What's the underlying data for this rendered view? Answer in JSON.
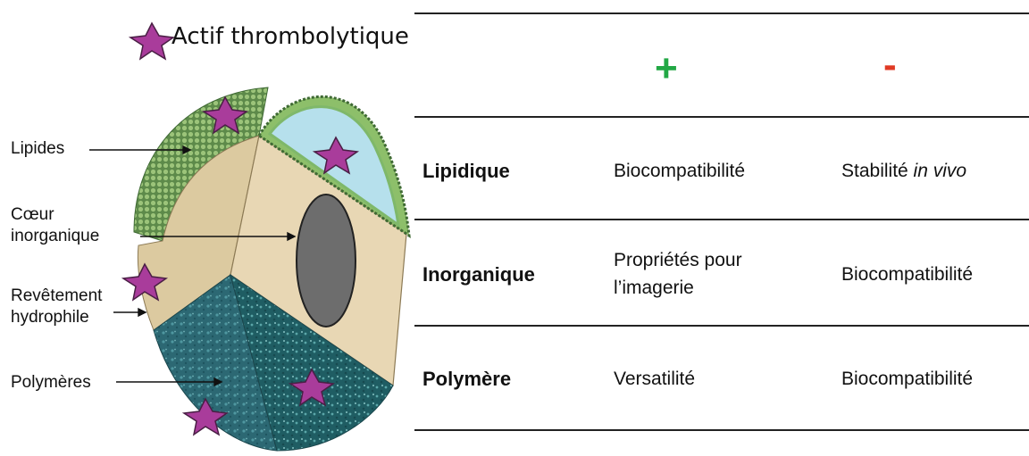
{
  "legend": {
    "label": "Actif thrombolytique",
    "star_color": "#a93c9b"
  },
  "diagram_labels": {
    "lipides": "Lipides",
    "coeur_line1": "Cœur",
    "coeur_line2": "inorganique",
    "revetement_line1": "Revêtement",
    "revetement_line2": "hydrophile",
    "polymeres": "Polymères"
  },
  "table": {
    "header": {
      "plus": "+",
      "minus": "-"
    },
    "rows": [
      {
        "type": "Lipidique",
        "pro_line1": "Biocompatibilité",
        "pro_line2": "",
        "con": "Stabilité ",
        "con_italic": "in vivo"
      },
      {
        "type": "Inorganique",
        "pro_line1": "Propriétés pour",
        "pro_line2": "l’imagerie",
        "con": "Biocompatibilité",
        "con_italic": ""
      },
      {
        "type": "Polymère",
        "pro_line1": "Versatilité",
        "pro_line2": "",
        "con": "Biocompatibilité",
        "con_italic": ""
      }
    ]
  },
  "colors": {
    "plus": "#22a845",
    "minus": "#e03a24",
    "lipid_green": "#8dbf6a",
    "cavity_blue": "#b6e0ec",
    "core_grey": "#6d6d6d",
    "sand": "#e8d7b4",
    "polymer_teal": "#2f6e78"
  }
}
